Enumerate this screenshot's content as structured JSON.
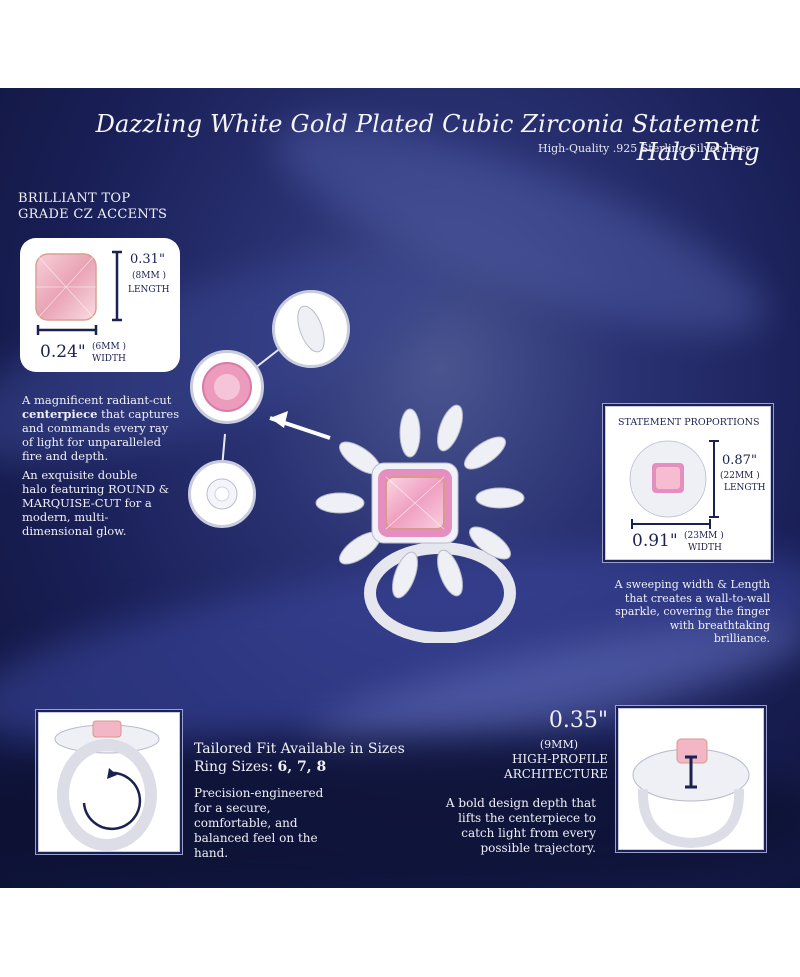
{
  "header": {
    "title": "Dazzling White Gold Plated Cubic Zirconia Statement Halo Ring",
    "subtitle": "High-Quality .925 Sterling Silver Base"
  },
  "accents": {
    "heading_line1": "BRILLIANT TOP",
    "heading_line2": "GRADE CZ ACCENTS"
  },
  "center_stone": {
    "length_value": "0.31\"",
    "length_mm": "(8MM )",
    "length_label": "LENGTH",
    "width_value": "0.24\"",
    "width_mm": "(6MM )",
    "width_label": "WIDTH"
  },
  "description": {
    "p1_a": "A magnificent radiant-cut",
    "p1_bold": "centerpiece",
    "p1_b": " that captures",
    "p1_c": "and commands every ray",
    "p1_d": "of light for unparalleled",
    "p1_e": "fire and depth.",
    "p2_a": "An exquisite double",
    "p2_b": "halo featuring ROUND &",
    "p2_c": "MARQUISE-CUT for a",
    "p2_d": "modern, multi-",
    "p2_e": "dimensional glow."
  },
  "proportions": {
    "title": "STATEMENT PROPORTIONS",
    "length_value": "0.87\"",
    "length_mm": "(22MM )",
    "length_label": "LENGTH",
    "width_value": "0.91\"",
    "width_mm": "(23MM )",
    "width_label": "WIDTH",
    "caption_1": "A sweeping  width  & Length",
    "caption_2": "that creates a wall-to-wall",
    "caption_3": "sparkle, covering the finger",
    "caption_4": "with breathtaking brilliance."
  },
  "fit": {
    "line1": "Tailored Fit Available in Sizes",
    "line2_label": "Ring Sizes: ",
    "line2_sizes": "6, 7, 8",
    "body_1": "Precision-engineered",
    "body_2": "for a secure,",
    "body_3": "comfortable, and",
    "body_4": "balanced feel on the",
    "body_5": "hand."
  },
  "profile": {
    "value": "0.35\"",
    "mm": "(9MM)",
    "label_1": "HIGH-PROFILE",
    "label_2": "ARCHITECTURE",
    "body_1": "A bold design depth that",
    "body_2": "lifts the centerpiece to",
    "body_3": "catch light from every",
    "body_4": "possible trajectory."
  },
  "colors": {
    "background": "#1a2058",
    "stone_pink": "#f2b6c6",
    "halo_pink": "#e58fc0",
    "metal": "#e8e9ee"
  }
}
